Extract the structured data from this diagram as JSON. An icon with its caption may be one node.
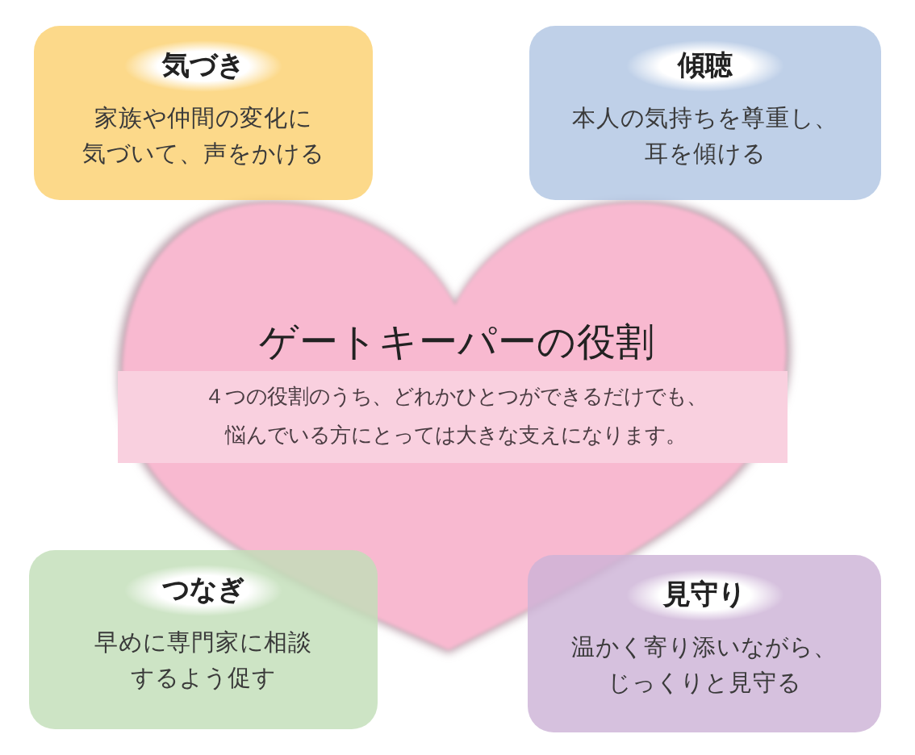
{
  "diagram": {
    "nodes": [
      {
        "text": [
          "気づき",
          "家族や仲間の変化に気づいて、声をかける"
        ]
      },
      {
        "text": [
          "傾聴",
          "本人の気持ちを尊重し、耳を傾ける"
        ]
      },
      {
        "text": [
          "ゲートキーパーの役割"
        ]
      },
      {
        "text": [
          "４つの役割のうち、どれかひとつができるだけでも、悩んでいる方にとっては大きな支えになります。"
        ],
        "in": 2
      },
      {
        "text": [
          "つなぎ",
          "早めに専門家に相談するよう促す"
        ]
      },
      {
        "text": [
          "見守り",
          "温かく寄り添いながら、じっくりと見守る"
        ]
      }
    ]
  }
}
